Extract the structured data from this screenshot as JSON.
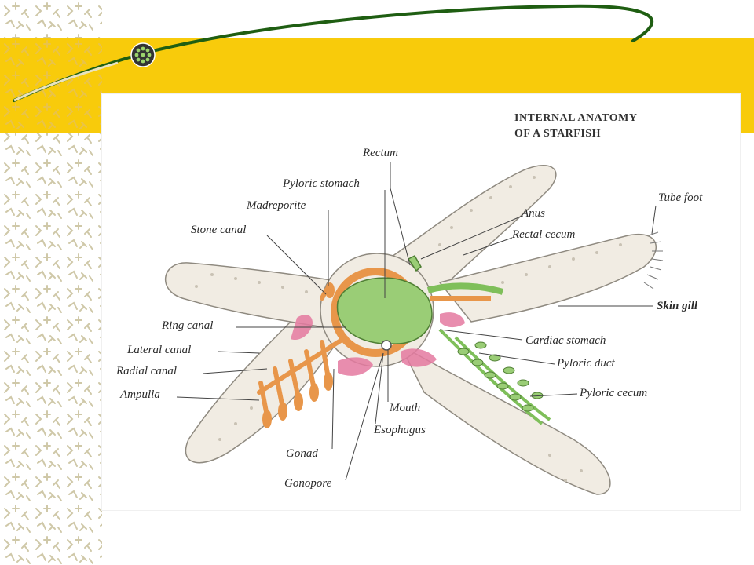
{
  "slide": {
    "colors": {
      "band": "#f8cb0b",
      "swoosh": "#1f5e12",
      "pattern": "#cfc8a8",
      "water_vascular": "#e8964a",
      "digestive": "#8dc56a",
      "gonad": "#e57aa0",
      "body": "#f1ece3"
    }
  },
  "diagram": {
    "title_line1": "INTERNAL ANATOMY",
    "title_line2": "OF A STARFISH",
    "labels": {
      "rectum": "Rectum",
      "pyloric_stomach": "Pyloric stomach",
      "madreporite": "Madreporite",
      "stone_canal": "Stone canal",
      "anus": "Anus",
      "rectal_cecum": "Rectal cecum",
      "tube_foot": "Tube foot",
      "skin_gill": "Skin gill",
      "ring_canal": "Ring canal",
      "lateral_canal": "Lateral canal",
      "radial_canal": "Radial canal",
      "ampulla": "Ampulla",
      "cardiac_stomach": "Cardiac stomach",
      "pyloric_duct": "Pyloric duct",
      "pyloric_cecum": "Pyloric cecum",
      "mouth": "Mouth",
      "esophagus": "Esophagus",
      "gonad": "Gonad",
      "gonopore": "Gonopore"
    }
  }
}
